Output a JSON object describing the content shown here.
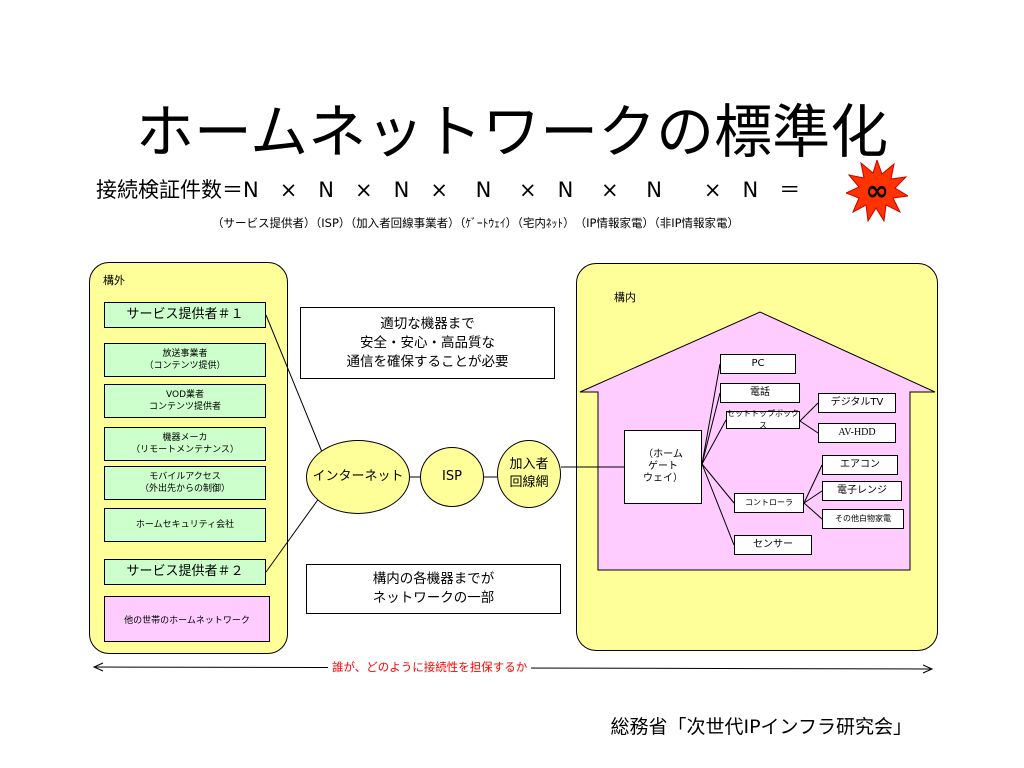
{
  "title": "ホームネットワークの標準化",
  "formula": "接続検証件数＝N　×　N　×　N　×　 N　 ×　N　 ×　 N　　×　N　＝",
  "infinity": "∞",
  "sublabels": "（サービス提供者）（ISP）（加入者回線事業者）（ｹﾞｰﾄｳｪｲ）（宅内ﾈｯﾄ）　（IP情報家電）（非IP情報家電）",
  "outside": {
    "label": "構外",
    "items": [
      {
        "text": "サービス提供者＃１",
        "style": "big"
      },
      {
        "text": "放送事業者\n（コンテンツ提供）",
        "style": "small"
      },
      {
        "text": "VOD業者\nコンテンツ提供者",
        "style": "small"
      },
      {
        "text": "機器メーカ\n（リモートメンテナンス）",
        "style": "small"
      },
      {
        "text": "モバイルアクセス\n（外出先からの制御）",
        "style": "small"
      },
      {
        "text": "ホームセキュリティ会社",
        "style": "small"
      },
      {
        "text": "サービス提供者＃２",
        "style": "big"
      },
      {
        "text": "他の世帯のホームネットワーク",
        "style": "pink"
      }
    ]
  },
  "notes": {
    "top": "適切な機器まで\n安全・安心・高品質な\n通信を確保することが必要",
    "bottom": "構内の各機器までが\nネットワークの一部"
  },
  "network": {
    "internet": "インターネット",
    "isp": "ISP",
    "access": "加入者\n回線網"
  },
  "inside": {
    "label": "構内",
    "gateway": "（ホーム\nゲート\nウェイ）",
    "devices": {
      "pc": "PC",
      "phone": "電話",
      "stb": "セットトップボックス",
      "digitaltv": "デジタルTV",
      "avhdd": "AV-HDD",
      "controller": "コントローラ",
      "aircon": "エアコン",
      "microwave": "電子レンジ",
      "other": "その他白物家電",
      "sensor": "センサー"
    }
  },
  "arrow_caption": "誰が、どのように接続性を担保するか",
  "footer": "総務省「次世代IPインフラ研究会」",
  "colors": {
    "panel": "#ffff99",
    "house": "#ffccff",
    "green": "#ccffcc",
    "star": "#ff3300",
    "caption": "#ff0000"
  }
}
